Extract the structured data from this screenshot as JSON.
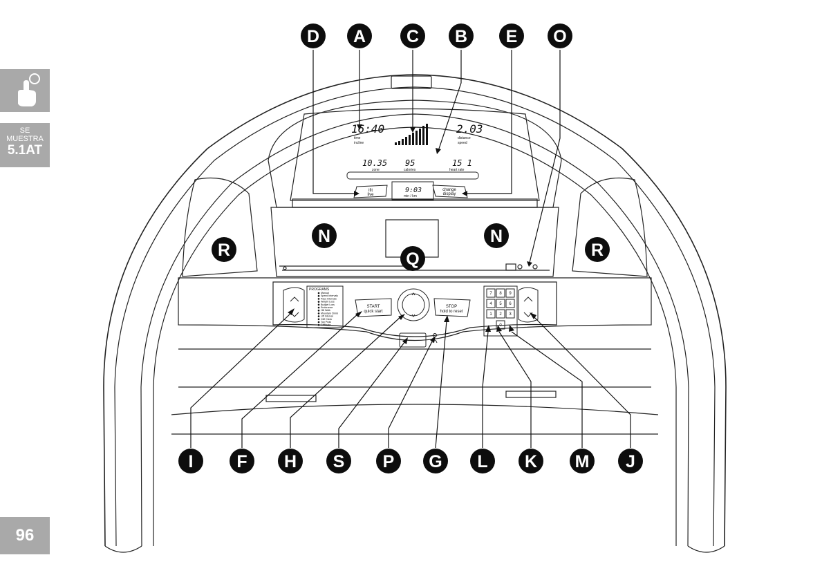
{
  "sidebar": {
    "icon": "hand-touch-icon",
    "tag_line1": "SE",
    "tag_line2": "MUESTRA",
    "tag_line3": "5.1AT",
    "page_number": "96"
  },
  "callouts": {
    "top": [
      "D",
      "A",
      "C",
      "B",
      "E",
      "O"
    ],
    "middle": [
      "N",
      "N",
      "R",
      "R",
      "Q"
    ],
    "bottom": [
      "I",
      "F",
      "H",
      "S",
      "P",
      "G",
      "L",
      "K",
      "M",
      "J"
    ]
  },
  "display": {
    "time_value": "16:40",
    "time_label_1": "time",
    "time_label_2": "incline",
    "distance_value": "2.03",
    "distance_label_1": "distance",
    "distance_label_2": "speed",
    "zone_value": "10.35",
    "zone_label": "zone",
    "calories_value": "95",
    "calories_label": "calories",
    "heart_value": "15 1",
    "heart_label": "heart rate",
    "pace_value": "9:03",
    "pace_label": "min / km",
    "left_button_line1": "ifit",
    "left_button_line2": "live",
    "right_button_line1": "change",
    "right_button_line2": "display"
  },
  "console": {
    "programs_title": "PROGRAMS",
    "program_list": [
      "Manual",
      "Speed Intervals",
      "Pace Intervals",
      "Weight Loss",
      "Budget Loss",
      "Endurance",
      "Hill Walk",
      "Mountain Climb",
      "Lift Interval",
      "Cliff Climb",
      "Top Peak",
      "Calibrate"
    ],
    "start_label": "START",
    "start_sub": "quick start",
    "stop_label": "STOP",
    "stop_sub": "hold to reset",
    "keypad": [
      "7",
      "8",
      "9",
      "4",
      "5",
      "6",
      "1",
      "2",
      "3"
    ],
    "keypad_zero": "0"
  }
}
